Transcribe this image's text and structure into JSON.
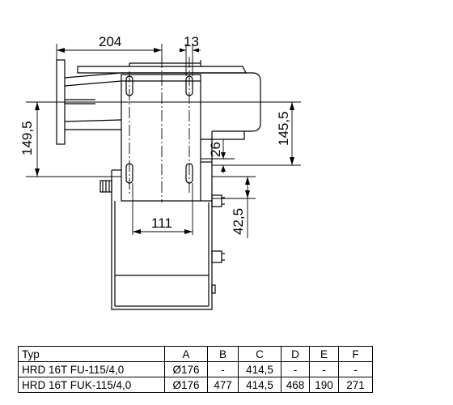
{
  "dimensions": {
    "width_top": "204",
    "slot_width": "13",
    "height_left": "149,5",
    "height_right": "145,5",
    "offset_small": "26",
    "lower_offset": "42,5",
    "inner_width": "111"
  },
  "table": {
    "headers": [
      "Typ",
      "A",
      "B",
      "C",
      "D",
      "E",
      "F"
    ],
    "rows": [
      [
        "HRD 16T FU-115/4,0",
        "Ø176",
        "-",
        "414,5",
        "-",
        "-",
        "-"
      ],
      [
        "HRD 16T FUK-115/4,0",
        "Ø176",
        "477",
        "414,5",
        "468",
        "190",
        "271"
      ]
    ]
  }
}
